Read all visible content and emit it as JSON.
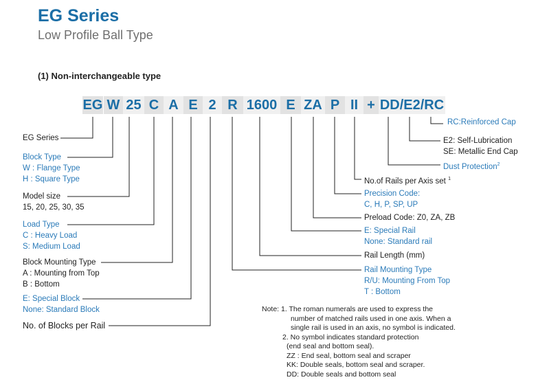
{
  "title": "EG Series",
  "subtitle": "Low Profile Ball Type",
  "section": "(1) Non-interchangeable type",
  "code": [
    "EG",
    "W",
    "25",
    "C",
    "A",
    "E",
    "2",
    "R",
    "1600",
    "E",
    "ZA",
    "P",
    "II",
    "+",
    "DD/E2/RC"
  ],
  "left_labels": {
    "eg": "EG Series",
    "block_type": [
      "Block  Type",
      "W : Flange Type",
      "H : Square Type"
    ],
    "model_size": [
      "Model size",
      "15, 20, 25, 30, 35"
    ],
    "load_type": [
      "Load Type",
      "C : Heavy Load",
      "S: Medium Load"
    ],
    "mounting": [
      "Block Mounting Type",
      "A : Mounting from Top",
      "B : Bottom"
    ],
    "special_block": [
      "E: Special Block",
      "None: Standard Block"
    ],
    "blocks_per_rail": "No. of Blocks per Rail"
  },
  "right_labels": {
    "rc": "RC:Reinforced Cap",
    "e2": [
      "E2: Self-Lubrication",
      "SE: Metallic End Cap"
    ],
    "dust": "Dust Protection",
    "dust_sup": "2",
    "rails": "No.of Rails per Axis set",
    "rails_sup": "1",
    "precision": [
      "Precision Code:",
      "C, H, P, SP, UP"
    ],
    "preload": "Preload Code: Z0, ZA, ZB",
    "special_rail": [
      "E: Special Rail",
      "None: Standard rail"
    ],
    "rail_length": "Rail Length (mm)",
    "rail_mount": [
      "Rail Mounting Type",
      "R/U: Mounting From Top",
      "T : Bottom"
    ]
  },
  "note": [
    "Note: 1. The roman numerals are used to express the",
    "number of matched rails used in one axis. When a",
    "single rail is used in an axis, no symbol is indicated.",
    "2. No symbol indicates standard protection",
    "(end seal and bottom seal).",
    "ZZ : End seal, bottom seal and scraper",
    "KK: Double seals, bottom seal and scraper.",
    "DD: Double seals and bottom seal"
  ]
}
